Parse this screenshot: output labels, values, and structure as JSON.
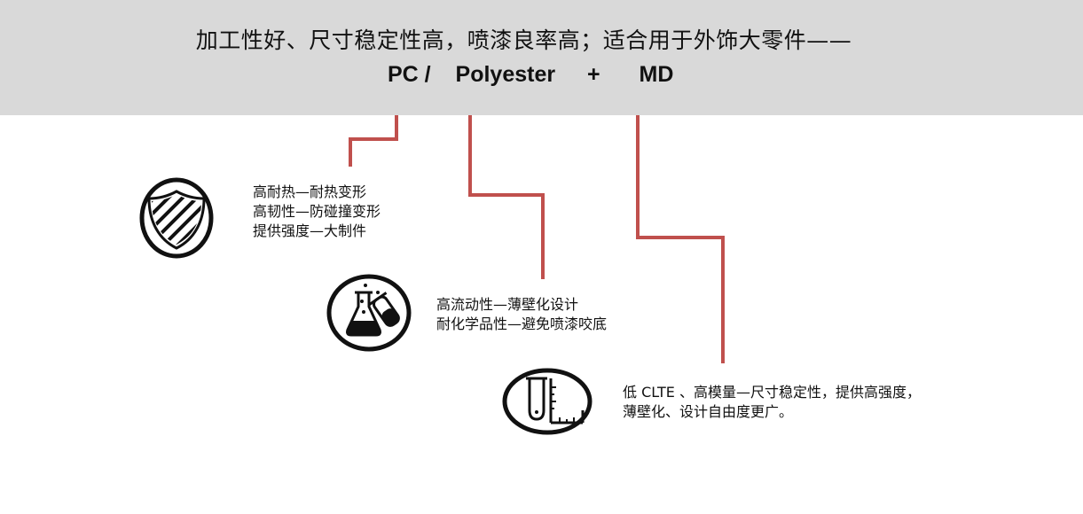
{
  "header": {
    "headline": "加工性好、尺寸稳定性高，喷漆良率高；适合用于外饰大零件——",
    "formula": {
      "part_a": "PC /",
      "part_b": "Polyester",
      "plus": "+",
      "part_c": "MD"
    }
  },
  "features": [
    {
      "icon": "shield-icon",
      "lines": [
        "高耐热—耐热变形",
        "高韧性—防碰撞变形",
        "提供强度—大制件"
      ]
    },
    {
      "icon": "flask-icon",
      "lines": [
        "高流动性—薄壁化设计",
        "耐化学品性—避免喷漆咬底"
      ]
    },
    {
      "icon": "ruler-icon",
      "lines": [
        "低 CLTE 、高模量—尺寸稳定性，提供高强度，",
        "薄壁化、设计自由度更广。"
      ]
    }
  ],
  "colors": {
    "banner": "#d9d9d9",
    "connector": "#c0504d",
    "icon_stroke": "#111111"
  }
}
